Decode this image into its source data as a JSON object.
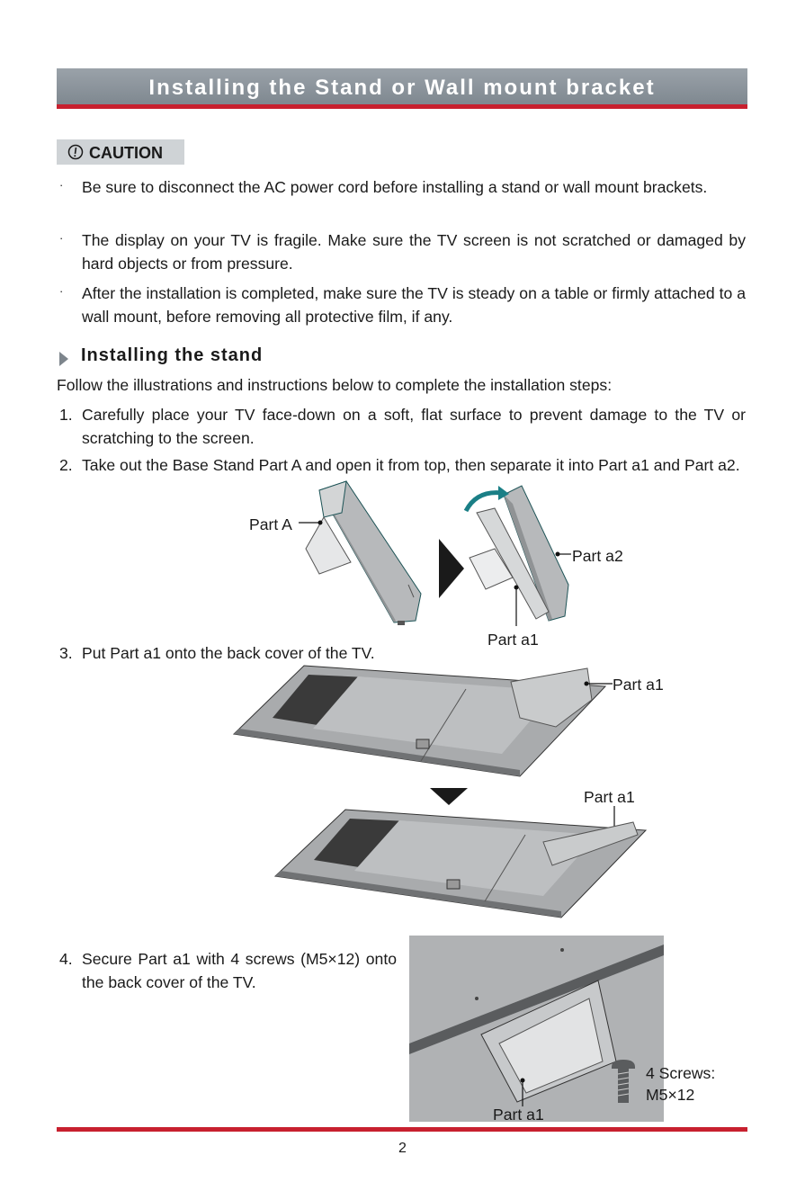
{
  "header": {
    "title": "Installing the Stand or Wall mount bracket"
  },
  "caution": {
    "label": "CAUTION",
    "icon": "caution-icon",
    "items": [
      "Be sure to disconnect the AC power cord before installing a stand or wall mount brackets.",
      "The display on your TV is fragile. Make sure the TV screen is not scratched or damaged by hard objects or from pressure.",
      "After the installation is completed, make sure the TV is steady on a table or firmly attached to a wall mount, before removing all protective film, if any."
    ]
  },
  "section": {
    "title": "Installing the stand",
    "intro": "Follow the illustrations and instructions below to complete the installation steps:",
    "steps": [
      {
        "num": "1.",
        "text": "Carefully place your TV face-down on a soft, flat surface to prevent damage to the TV or scratching to the screen."
      },
      {
        "num": "2.",
        "text": "Take out the Base Stand Part A and open it from top, then separate it into Part a1 and Part a2."
      },
      {
        "num": "3.",
        "text": "Put Part a1 onto the back cover of the TV."
      },
      {
        "num": "4.",
        "text": "Secure Part a1 with 4 screws (M5×12) onto the back cover of the TV."
      }
    ]
  },
  "callouts": {
    "part_a": "Part A",
    "part_a2": "Part a2",
    "part_a1_step2": "Part a1",
    "part_a1_step3_top": "Part a1",
    "part_a1_step3_bottom": "Part a1",
    "part_a1_step4": "Part a1",
    "screws_line1": "4 Screws:",
    "screws_line2": "M5×12"
  },
  "footer": {
    "page_number": "2"
  },
  "colors": {
    "header_bg": "#8a9299",
    "accent_red": "#c8202f",
    "caution_bg": "#cfd3d6",
    "arrow_teal": "#1a7f86"
  }
}
